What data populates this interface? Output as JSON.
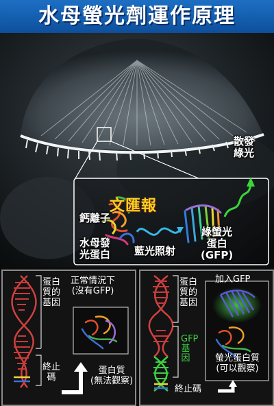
{
  "title": "水母螢光劑運作原理",
  "photo_labels": {
    "emit": [
      "散發",
      "綠光"
    ],
    "calcium": "鈣離子",
    "aequorin": [
      "水母發",
      "光蛋白"
    ],
    "blue_light": "藍光照射",
    "gfp": [
      "綠螢光",
      "蛋白",
      "(GFP)"
    ],
    "watermark": "文匯報"
  },
  "panel_left": {
    "gene_label": [
      "蛋白",
      "質的",
      "基因"
    ],
    "stop": [
      "終止",
      "碼"
    ],
    "heading": [
      "正常情況下",
      "(沒有GFP)"
    ],
    "protein": [
      "蛋白質",
      "(無法觀察)"
    ]
  },
  "panel_right": {
    "gene_label": [
      "蛋白",
      "質的",
      "基因"
    ],
    "gfp_gene": "GFP基因",
    "stop": "終止碼",
    "heading": "加入GFP",
    "protein": [
      "螢光蛋白質",
      "(可以觀察)"
    ]
  },
  "colors": {
    "header": "#1260b8",
    "green": "#3cd040",
    "blue": "#2f9ac8",
    "red": "#d0413f"
  }
}
